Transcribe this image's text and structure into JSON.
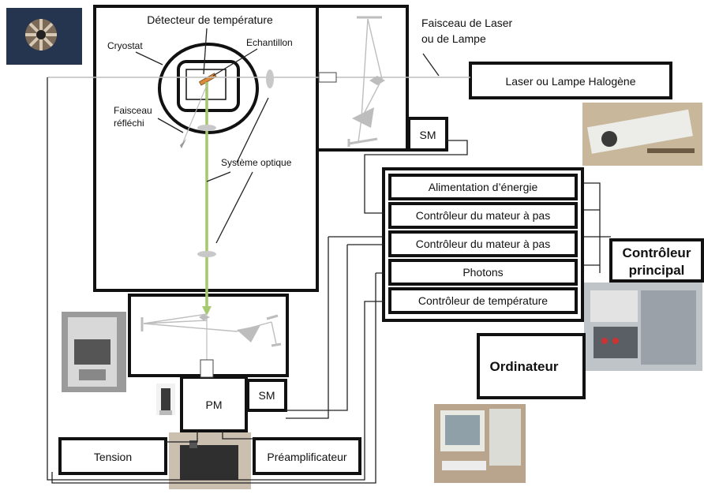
{
  "labels": {
    "detector": "Détecteur de température",
    "cryostat": "Cryostat",
    "sample": "Echantillon",
    "reflected_beam_line1": "Faisceau",
    "reflected_beam_line2": "réfléchi",
    "optical_system": "Système optique",
    "laser_beam_line1": "Faisceau de Laser",
    "laser_beam_line2": "ou de Lampe",
    "laser_source": "Laser ou Lampe Halogène",
    "sm_top": "SM",
    "sm_bottom": "SM",
    "pm": "PM",
    "tension": "Tension",
    "preamp": "Préamplificateur",
    "computer": "Ordinateur",
    "main_controller_line1": "Contrôleur",
    "main_controller_line2": "principal"
  },
  "rack": [
    "Alimentation d’énergie",
    "Contrôleur du mateur à pas",
    "Contrôleur du mateur à pas",
    "Photons",
    "Contrôleur de température"
  ],
  "colors": {
    "green_beam": "#a6c86e",
    "grey_beam": "#bdbdbd",
    "sample_orange": "#d98a3a",
    "frame": "#111111"
  }
}
